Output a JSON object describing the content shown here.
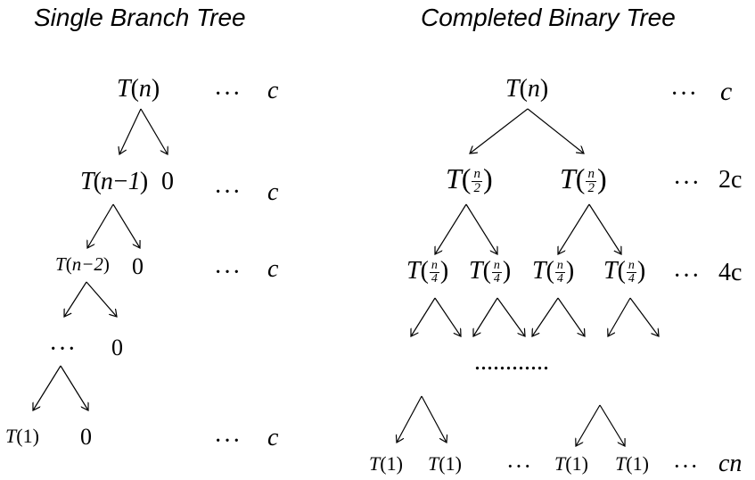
{
  "left_tree": {
    "title": "Single Branch Tree",
    "levels": [
      {
        "node_fn": "T",
        "node_arg": "n",
        "sibling": "",
        "dots": "···",
        "cost": "c"
      },
      {
        "node_fn": "T",
        "node_arg": "n−1",
        "sibling": "0",
        "dots": "···",
        "cost": "c"
      },
      {
        "node_fn": "T",
        "node_arg": "n−2",
        "sibling": "0",
        "dots": "···",
        "cost": "c"
      },
      {
        "node_text": "···",
        "sibling": "0"
      },
      {
        "node_fn": "T",
        "node_arg": "1",
        "sibling": "0",
        "dots": "···",
        "cost": "c"
      }
    ]
  },
  "right_tree": {
    "title": "Completed Binary Tree",
    "root": {
      "fn": "T",
      "arg": "n",
      "dots": "···",
      "cost": "c"
    },
    "level2": {
      "fn": "T",
      "num": "n",
      "den": "2",
      "dots": "···",
      "cost": "2c"
    },
    "level3": {
      "fn": "T",
      "num": "n",
      "den": "4",
      "dots": "···",
      "cost": "4c"
    },
    "middle_dots": "............",
    "leaves": {
      "fn": "T",
      "arg": "1",
      "mid_dots": "···",
      "dots": "···",
      "cost": "cn"
    }
  }
}
